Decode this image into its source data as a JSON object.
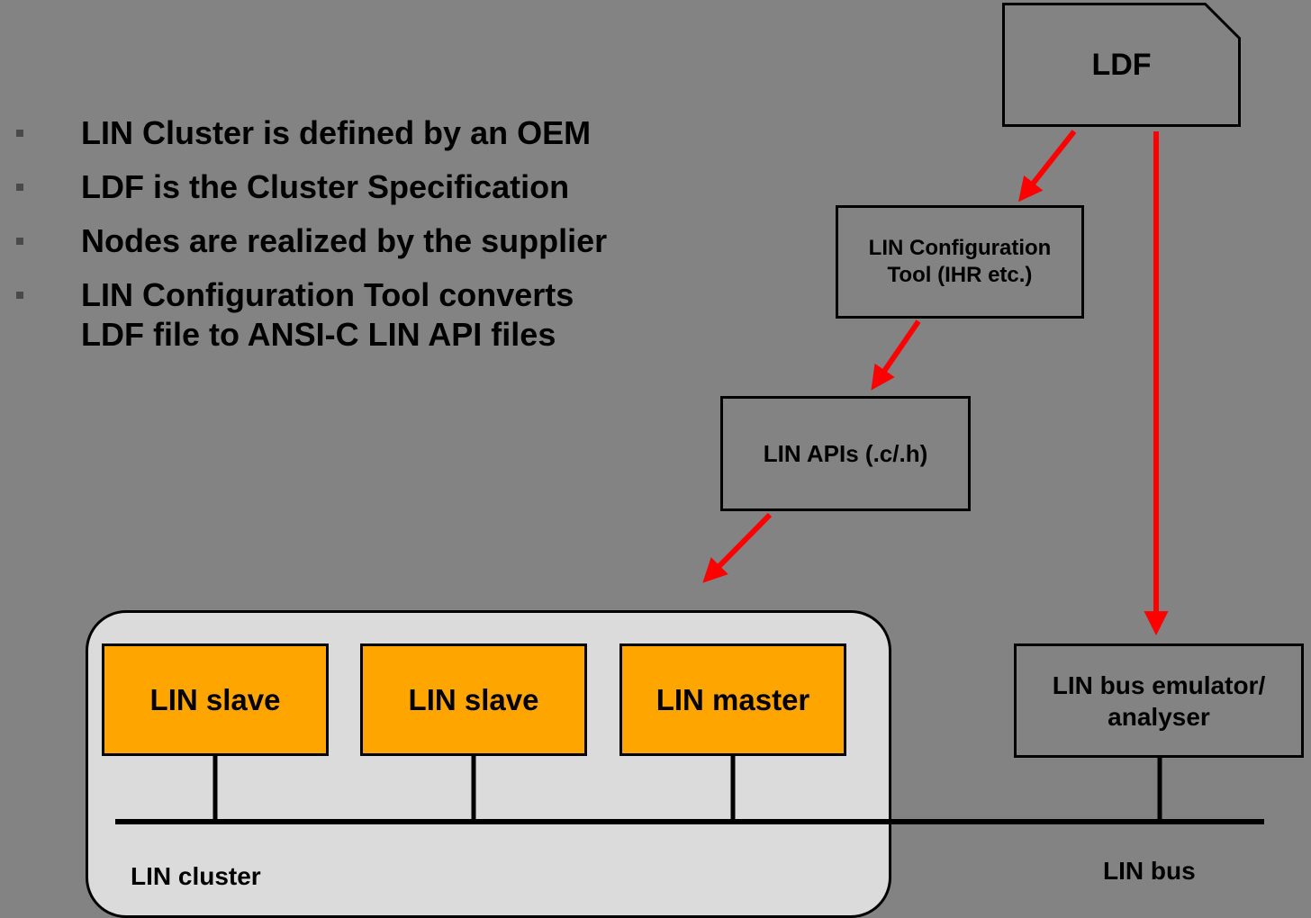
{
  "colors": {
    "background": "#838383",
    "node_fill": "#838383",
    "node_border": "#000000",
    "orange_fill": "#FFA500",
    "cluster_fill": "#DBDBDB",
    "arrow_red": "#FF0000",
    "text": "#000000"
  },
  "bullets": [
    "LIN Cluster is defined by an OEM",
    "LDF is the Cluster Specification",
    "Nodes are realized by the supplier",
    "LIN Configuration Tool converts\nLDF file to ANSI-C LIN API files"
  ],
  "nodes": {
    "ldf": {
      "label": "LDF"
    },
    "config_tool": {
      "label": "LIN Configuration\nTool (IHR etc.)"
    },
    "lin_apis": {
      "label": "LIN APIs (.c/.h)"
    },
    "slave_1": {
      "label": "LIN slave"
    },
    "slave_2": {
      "label": "LIN slave"
    },
    "master": {
      "label": "LIN master"
    },
    "emulator": {
      "label": "LIN bus emulator/\nanalyser"
    }
  },
  "labels": {
    "cluster": "LIN cluster",
    "bus": "LIN bus"
  }
}
